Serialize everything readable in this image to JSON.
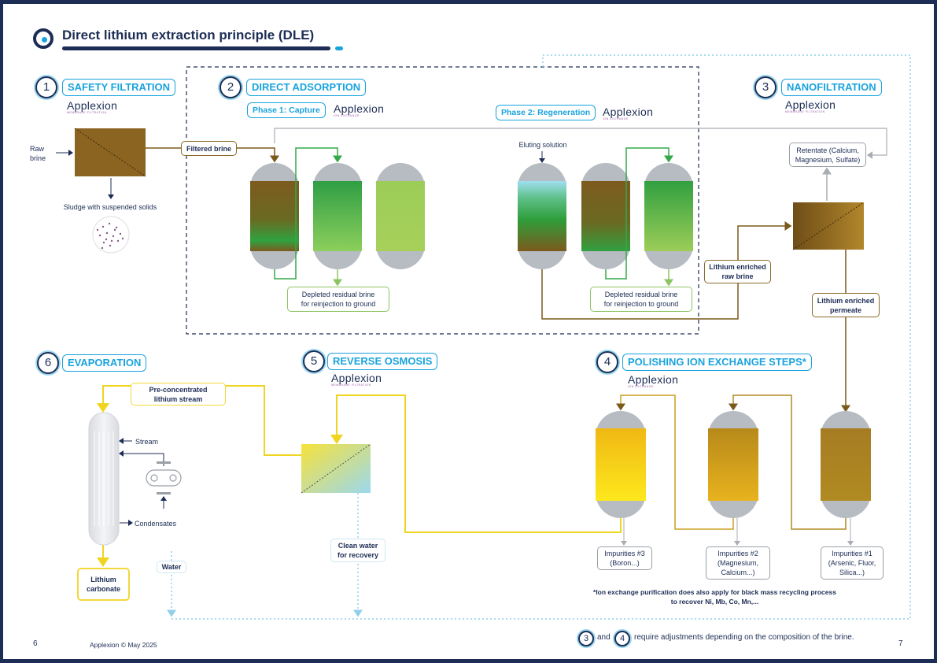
{
  "title": "Direct lithium extraction principle (DLE)",
  "logo": {
    "name": "Applexion",
    "sub_filtration": "MEMBRANE FILTRATION",
    "sub_exchange": "ION EXCHANGE"
  },
  "steps": {
    "s1": {
      "num": "1",
      "label": "SAFETY FILTRATION"
    },
    "s2": {
      "num": "2",
      "label": "DIRECT ADSORPTION"
    },
    "s3": {
      "num": "3",
      "label": "NANOFILTRATION"
    },
    "s4": {
      "num": "4",
      "label": "POLISHING ION EXCHANGE STEPS*"
    },
    "s5": {
      "num": "5",
      "label": "REVERSE OSMOSIS"
    },
    "s6": {
      "num": "6",
      "label": "EVAPORATION"
    }
  },
  "phases": {
    "capture": "Phase 1: Capture",
    "regeneration": "Phase 2: Regeneration"
  },
  "labels": {
    "raw_brine_1": "Raw",
    "raw_brine_2": "brine",
    "sludge": "Sludge with suspended solids",
    "filtered_brine": "Filtered brine",
    "eluting": "Eluting solution",
    "depleted_1a": "Depleted residual brine",
    "depleted_1b": "for reinjection to ground",
    "depleted_2a": "Depleted residual brine",
    "depleted_2b": "for reinjection to ground",
    "retentate_a": "Retentate (Calcium,",
    "retentate_b": "Magnesium, Sulfate)",
    "li_raw_a": "Lithium enriched",
    "li_raw_b": "raw brine",
    "li_perm_a": "Lithium enriched",
    "li_perm_b": "permeate",
    "preconc_a": "Pre-concentrated",
    "preconc_b": "lithium stream",
    "stream": "Stream",
    "condensates": "Condensates",
    "water": "Water",
    "li_carb_a": "Lithium",
    "li_carb_b": "carbonate",
    "clean_water_a": "Clean water",
    "clean_water_b": "for recovery",
    "imp3_a": "Impurities #3",
    "imp3_b": "(Boron...)",
    "imp2_a": "Impurities #2",
    "imp2_b": "(Magnesium,",
    "imp2_c": "Calcium...)",
    "imp1_a": "Impurities #1",
    "imp1_b": "(Arsenic, Fluor,",
    "imp1_c": "Silica...)"
  },
  "footnote_a": "*Ion exchange purification does also apply for black mass recycling process",
  "footnote_b": "to recover Ni, Mb, Co, Mn,...",
  "bottom_note": {
    "n3": "3",
    "and": "and",
    "n4": "4",
    "text": "require adjustments depending on the composition of the brine."
  },
  "footer": {
    "page_left": "6",
    "page_right": "7",
    "copyright": "Applexion © May 2025"
  }
}
